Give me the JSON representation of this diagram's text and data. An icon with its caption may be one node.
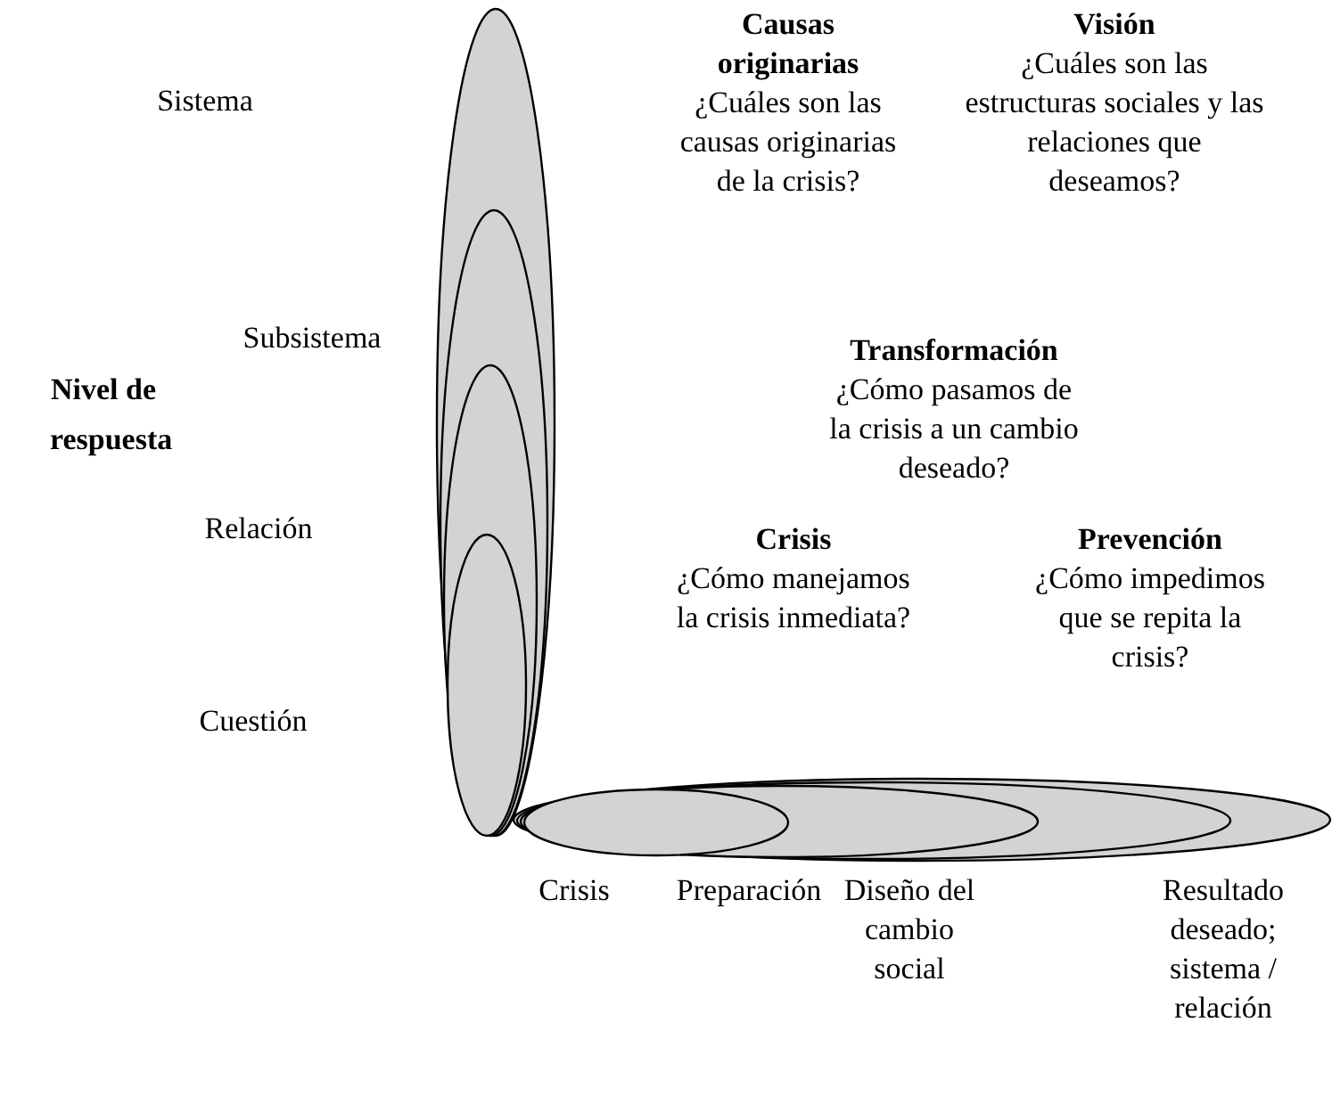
{
  "diagram": {
    "nodes": [
      {
        "text": [],
        "shape": "ellipse"
      },
      {
        "text": [],
        "shape": "ellipse",
        "in": 0
      },
      {
        "text": [],
        "shape": "ellipse",
        "in": 1
      },
      {
        "text": [],
        "shape": "ellipse",
        "in": 2
      },
      {
        "text": [],
        "shape": "ellipse"
      },
      {
        "text": [],
        "shape": "ellipse",
        "in": 4
      },
      {
        "text": [],
        "shape": "ellipse",
        "in": 5
      },
      {
        "text": [],
        "shape": "ellipse",
        "in": 6
      }
    ],
    "edges": [],
    "labels": [
      "Sistema",
      "Causas originarias",
      "¿Cuáles son las causas originarias de la crisis?",
      "Visión",
      "¿Cuáles son las estructuras sociales y las relaciones que deseamos?",
      "Subsistema",
      "Nivel de respuesta",
      "Transformación",
      "¿Cómo pasamos de la crisis a un cambio deseado?",
      "Relación",
      "Crisis",
      "¿Cómo manejamos la crisis inmediata?",
      "Prevención",
      "¿Cómo impedimos que se repita la crisis?",
      "Cuestión",
      "Crisis",
      "Preparación",
      "Diseño del cambio social",
      "Resultado deseado; sistema / relación"
    ]
  }
}
